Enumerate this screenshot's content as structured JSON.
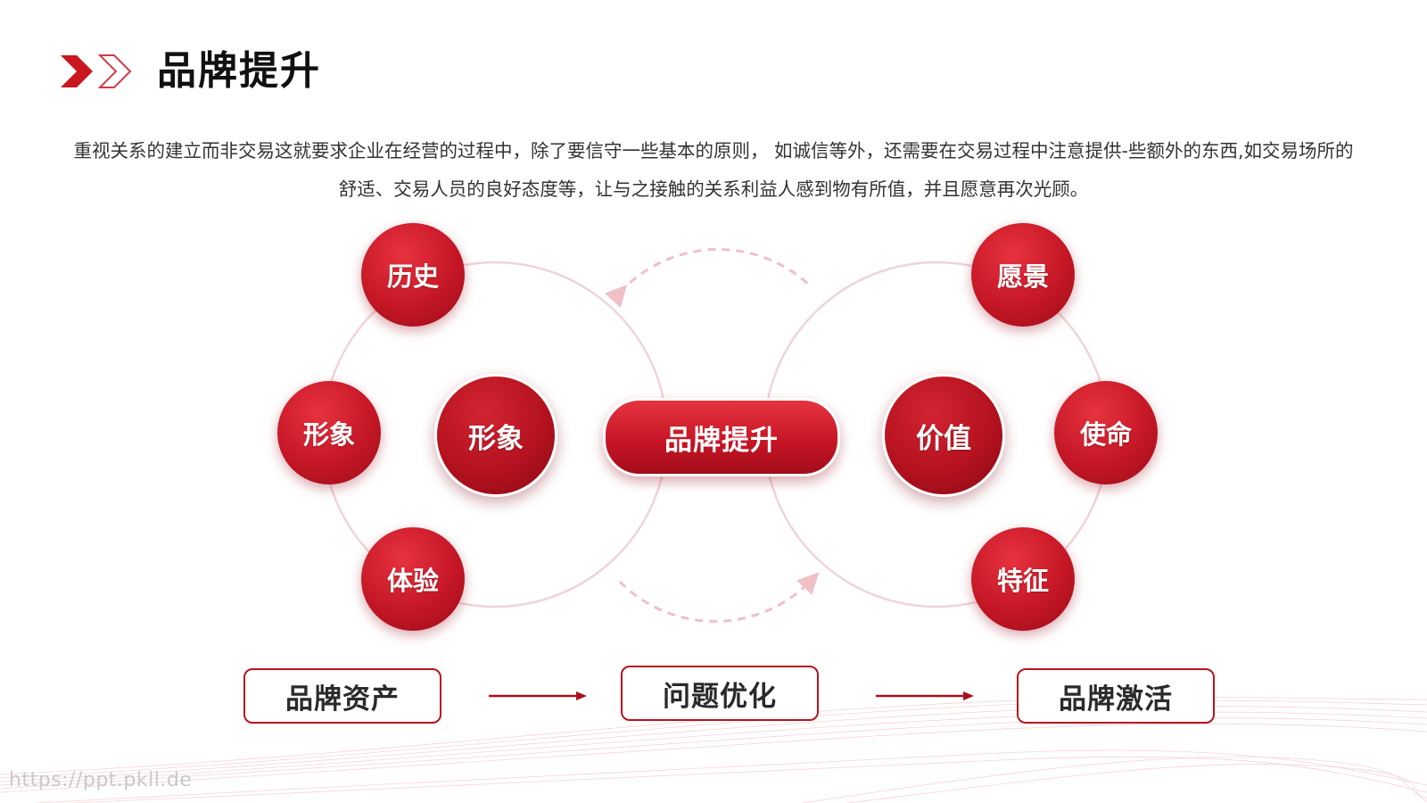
{
  "header": {
    "title": "品牌提升",
    "icon": "double-chevron-right-icon",
    "accent": "#c8171f"
  },
  "intro": {
    "text": "重视关系的建立而非交易这就要求企业在经营的过程中，除了要信守一些基本的原则， 如诚信等外，还需要在交易过程中注意提供-些额外的东西,如交易场所的舒适、交易人员的良好态度等，让与之接触的关系利益人感到物有所值，并且愿意再次光顾。"
  },
  "diagram": {
    "center_label": "品牌提升",
    "left": {
      "inner_label": "形象",
      "satellites": [
        "历史",
        "形象",
        "体验"
      ]
    },
    "right": {
      "inner_label": "价值",
      "satellites": [
        "愿景",
        "使命",
        "特征"
      ]
    }
  },
  "flow": {
    "steps": [
      "品牌资产",
      "问题优化",
      "品牌激活"
    ]
  },
  "watermark": "https://ppt.pkll.de",
  "colors": {
    "primary_red": "#c51726",
    "dark_red": "#9b0c18",
    "ring": "#efd4d8",
    "text": "#333333"
  }
}
